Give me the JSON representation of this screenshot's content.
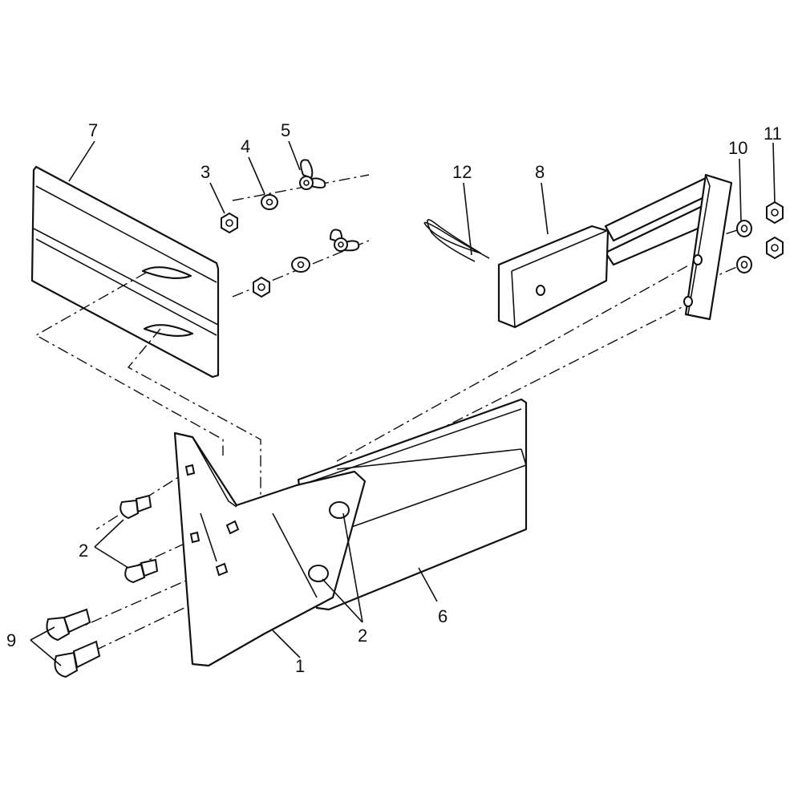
{
  "callouts": {
    "c1": "1",
    "c2a": "2",
    "c2b": "2",
    "c3": "3",
    "c4": "4",
    "c5": "5",
    "c6": "6",
    "c7": "7",
    "c8": "8",
    "c9": "9",
    "c10": "10",
    "c11": "11",
    "c12": "12"
  }
}
